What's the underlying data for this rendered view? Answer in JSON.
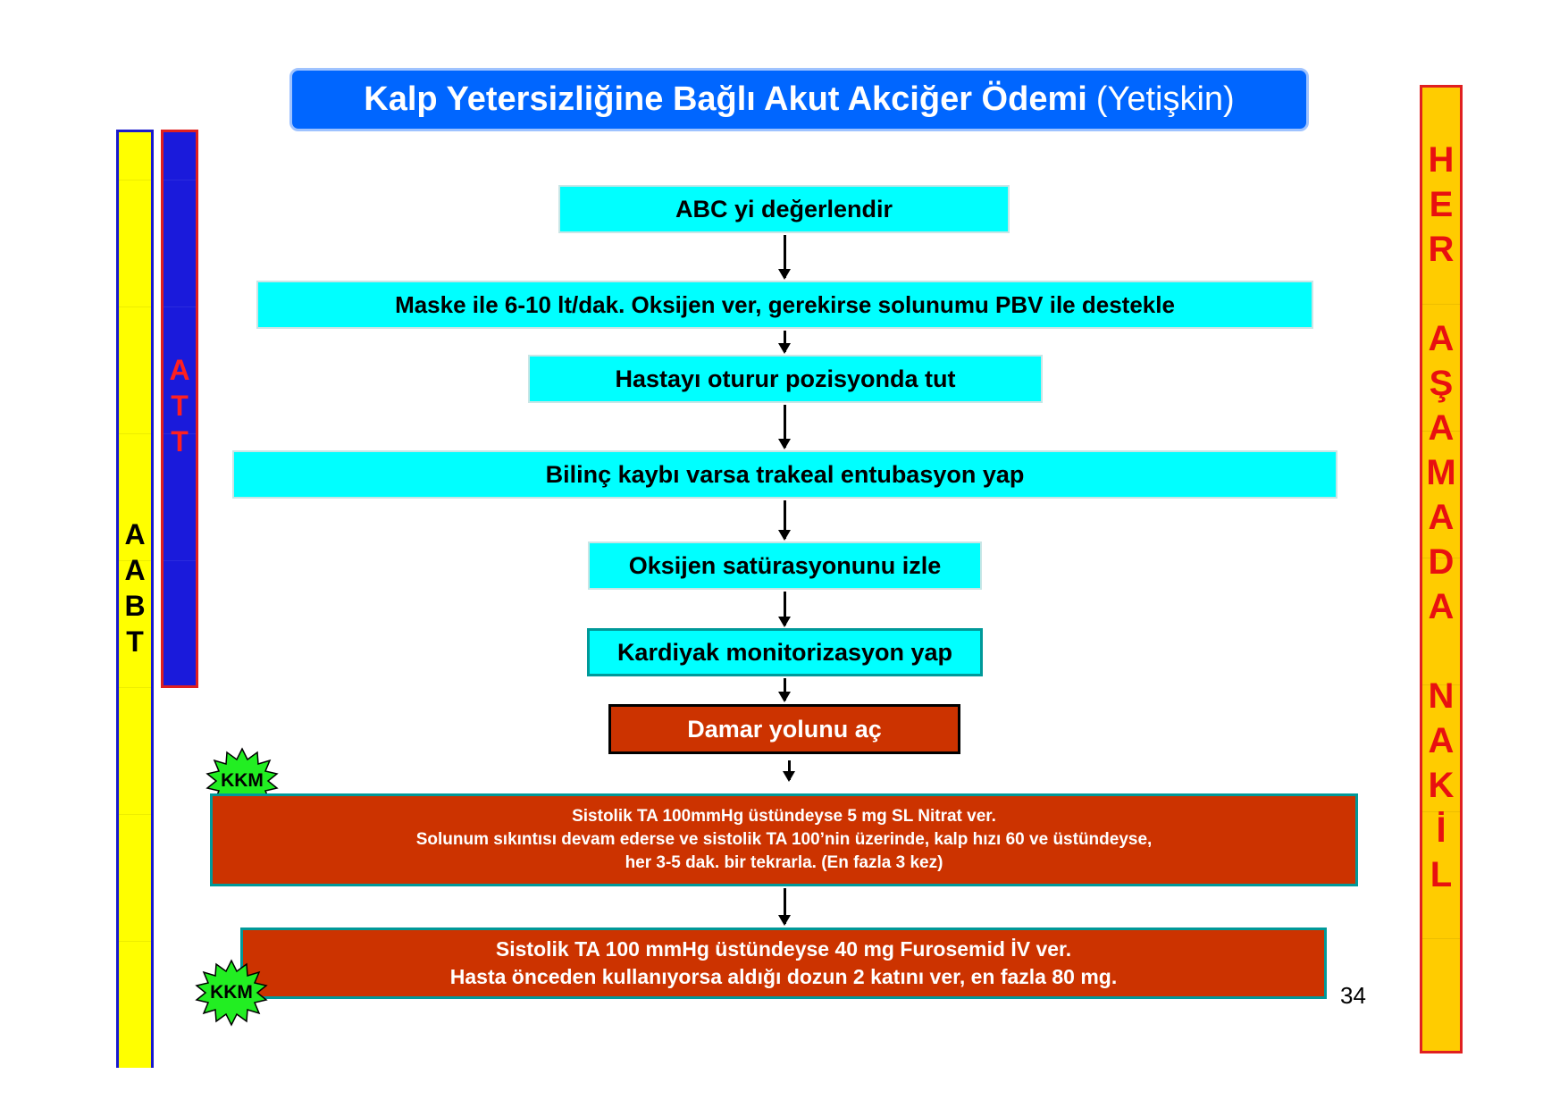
{
  "title": {
    "bold": "Kalp Yetersizliğine Bağlı Akut Akciğer Ödemi",
    "normal": "(Yetişkin)"
  },
  "side_left_outer": {
    "letters": [
      "A",
      "A",
      "B",
      "T"
    ]
  },
  "side_left_inner": {
    "letters": [
      "A",
      "T",
      "T"
    ]
  },
  "side_right": {
    "letters": [
      "H",
      "E",
      "R",
      "",
      "A",
      "Ş",
      "A",
      "M",
      "A",
      "D",
      "A",
      "",
      "N",
      "A",
      "K",
      "İ",
      "L"
    ]
  },
  "steps": {
    "s1": "ABC yi değerlendir",
    "s2": "Maske ile 6-10 lt/dak. Oksijen ver, gerekirse solunumu PBV ile destekle",
    "s3": "Hastayı oturur pozisyonda tut",
    "s4": "Bilinç kaybı varsa trakeal entubasyon yap",
    "s5": "Oksijen satürasyonunu izle",
    "s6": "Kardiyak monitorizasyon yap",
    "s7": "Damar yolunu aç",
    "s8": [
      "Sistolik TA 100mmHg üstündeyse  5 mg SL Nitrat ver.",
      "Solunum sıkıntısı devam ederse ve sistolik TA 100’nin üzerinde, kalp hızı 60 ve üstündeyse,",
      "her 3-5  dak. bir tekrarla. (En fazla 3 kez)"
    ],
    "s9": [
      "Sistolik TA 100 mmHg üstündeyse 40 mg Furosemid İV ver.",
      "Hasta önceden kullanıyorsa aldığı dozun 2 katını ver, en fazla 80 mg."
    ]
  },
  "badges": {
    "kkm1": "KKM",
    "kkm2": "KKM"
  },
  "page_number": "34",
  "colors": {
    "title_bg": "#0066ff",
    "cyan": "#00ffff",
    "red_box": "#cc3300",
    "yellow": "#ffff00",
    "blue": "#1a1adb",
    "orange": "#ffcc00",
    "burst": "#22ee22"
  }
}
